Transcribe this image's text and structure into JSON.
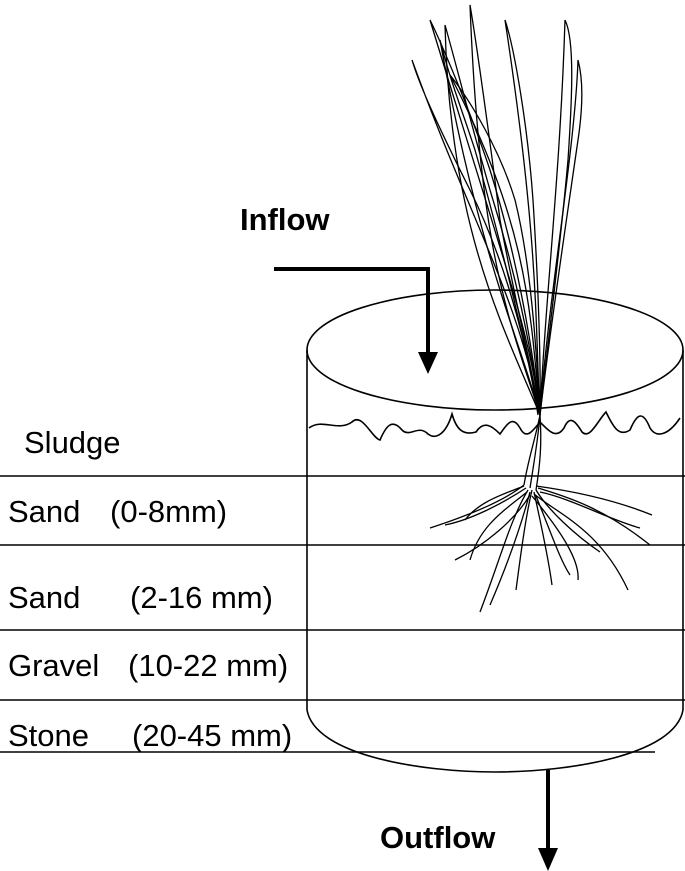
{
  "diagram": {
    "inflow_label": "Inflow",
    "outflow_label": "Outflow",
    "layers": [
      {
        "id": "sludge",
        "name": "Sludge",
        "size": ""
      },
      {
        "id": "sand-fine",
        "name": "Sand",
        "size": "(0-8mm)"
      },
      {
        "id": "sand-coarse",
        "name": "Sand",
        "size": "(2-16 mm)"
      },
      {
        "id": "gravel",
        "name": "Gravel",
        "size": "(10-22 mm)"
      },
      {
        "id": "stone",
        "name": "Stone",
        "size": "(20-45 mm)"
      }
    ]
  }
}
